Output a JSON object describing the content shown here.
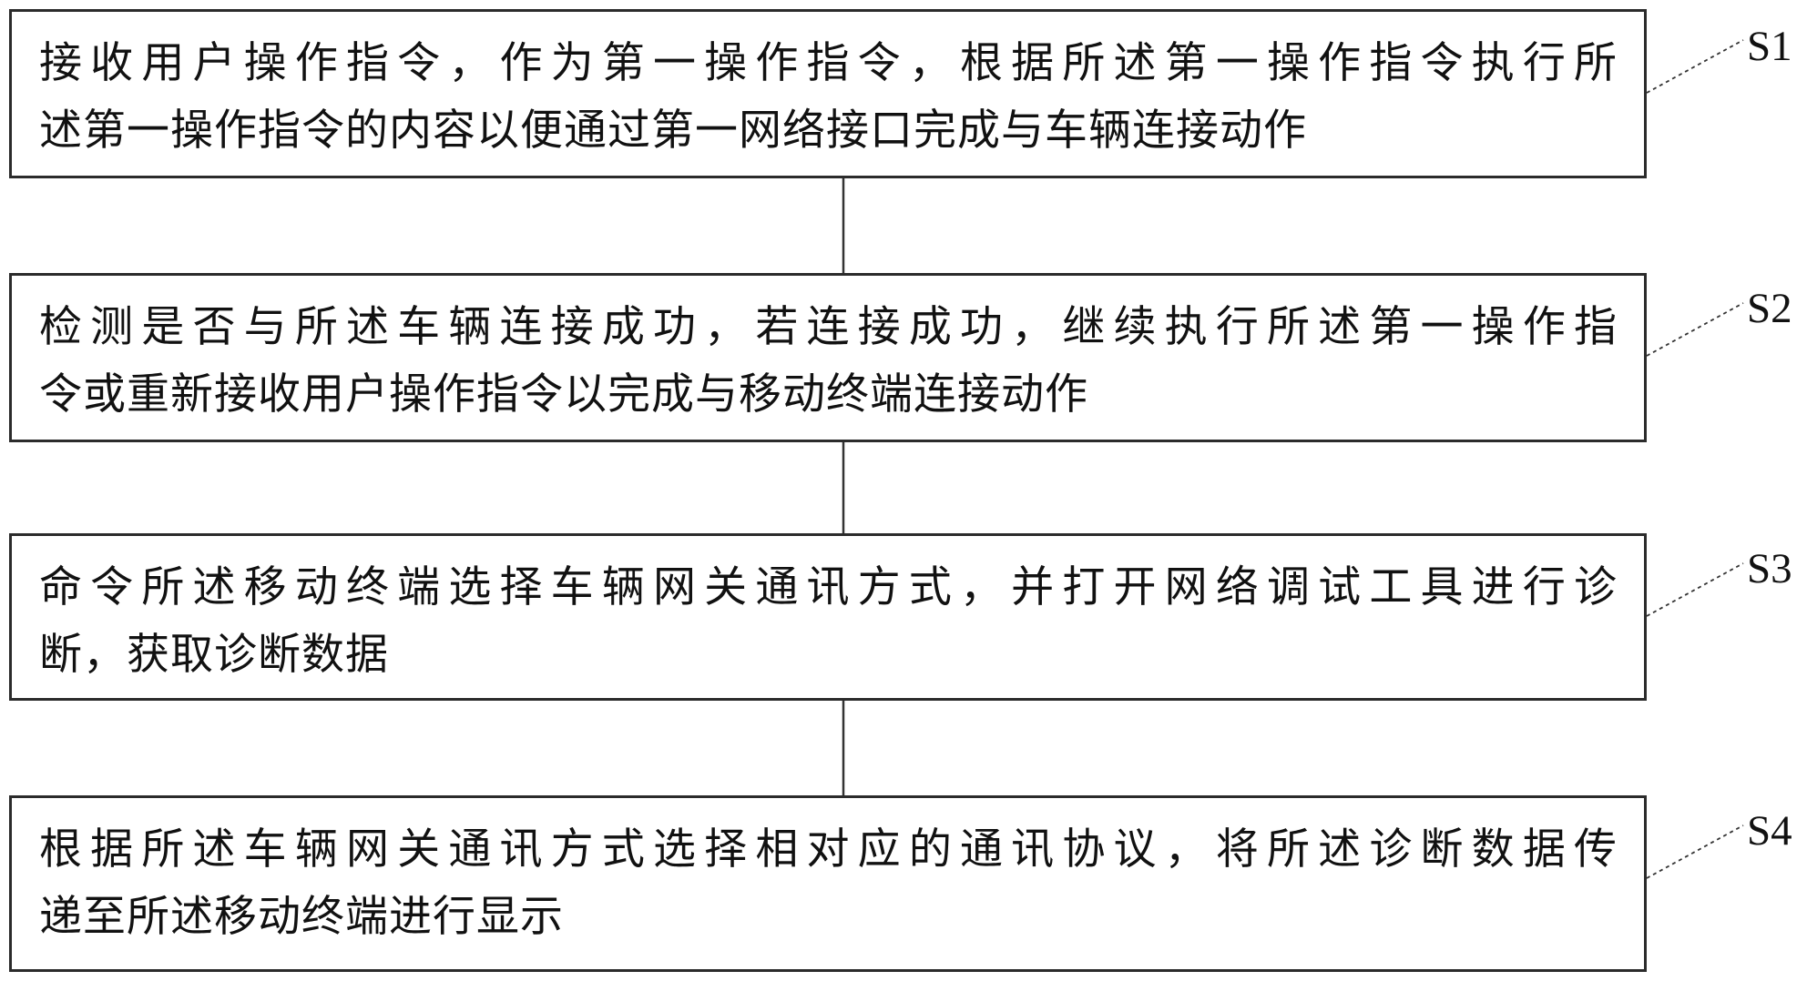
{
  "figure": {
    "type": "flowchart",
    "background_color": "#ffffff",
    "box_border_color": "#2b2b2b",
    "text_color": "#111111",
    "connector_color": "#333333"
  },
  "steps": [
    {
      "label": "S1",
      "lines": [
        "接收用户操作指令，作为第一操作指令，根据所述第一操作指令执行所",
        "述第一操作指令的内容以便通过第一网络接口完成与车辆连接动作"
      ]
    },
    {
      "label": "S2",
      "lines": [
        "检测是否与所述车辆连接成功，若连接成功，继续执行所述第一操作指",
        "令或重新接收用户操作指令以完成与移动终端连接动作"
      ]
    },
    {
      "label": "S3",
      "lines": [
        "命令所述移动终端选择车辆网关通讯方式，并打开网络调试工具进行诊",
        "断，获取诊断数据"
      ]
    },
    {
      "label": "S4",
      "lines": [
        "根据所述车辆网关通讯方式选择相对应的通讯协议，将所述诊断数据传",
        "递至所述移动终端进行显示"
      ]
    }
  ]
}
